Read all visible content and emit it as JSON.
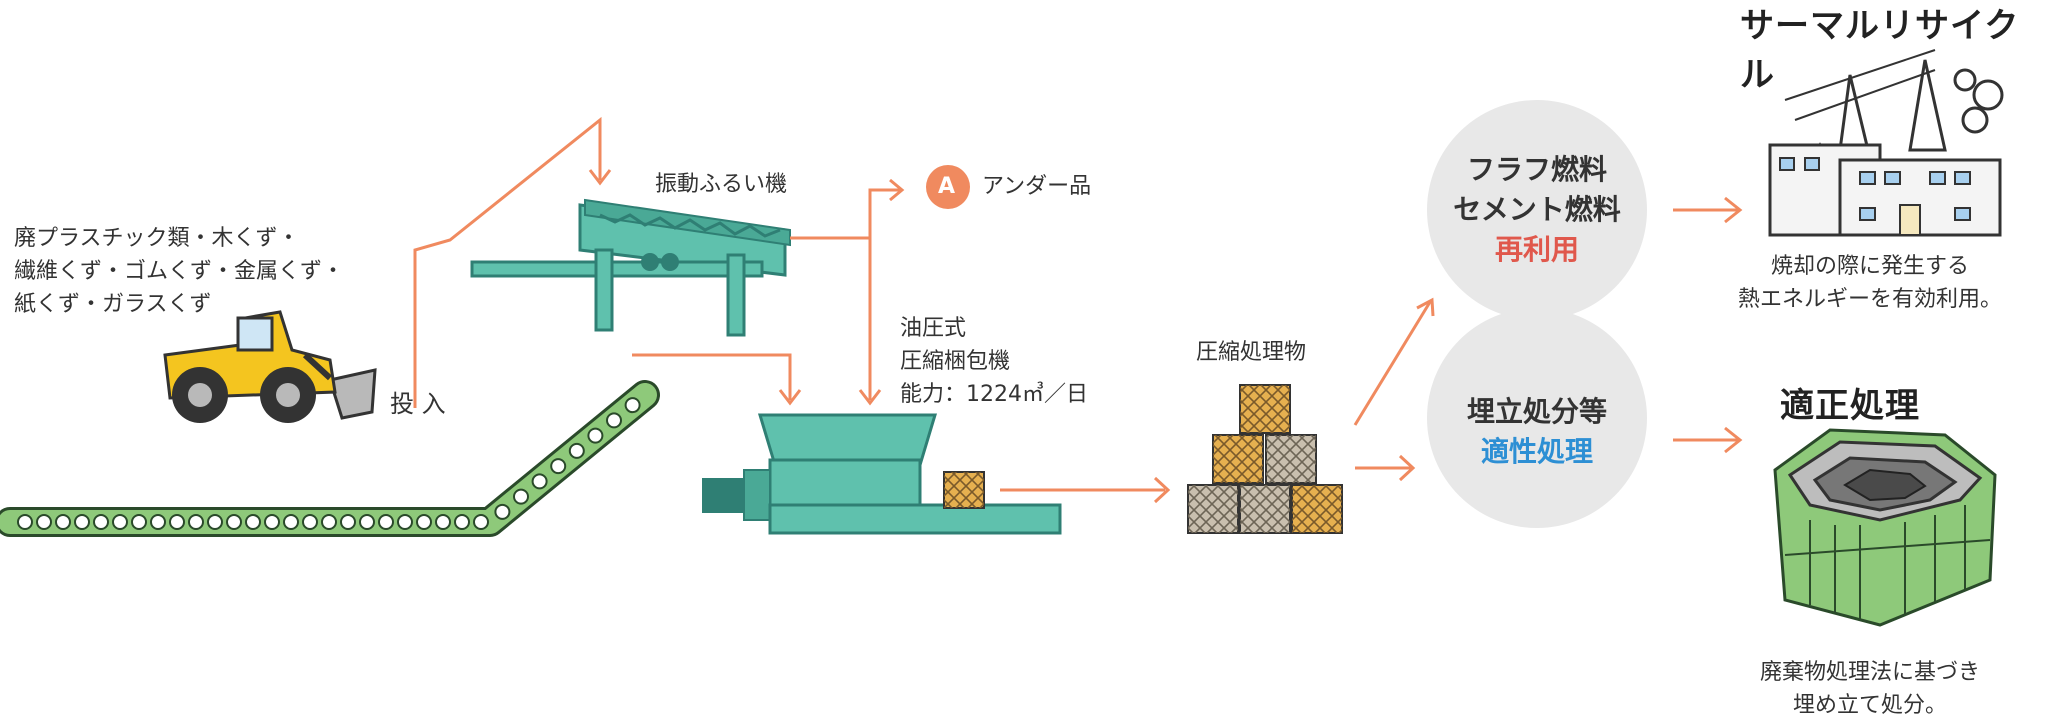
{
  "colors": {
    "arrow": "#f08a5f",
    "machine": "#5fc1ad",
    "machine_dark": "#2f7f74",
    "bale": "#e6b04f",
    "bale_gray": "#c9bfae",
    "bubble": "#e8e8e8",
    "red": "#e0584c",
    "blue": "#2d8fd4",
    "green_belt": "#8ec97a",
    "loader": "#f4c51f"
  },
  "labels": {
    "waste_inputs": "廃プラスチック類・木くず・\n繊維くず・ゴムくず・金属くず・\n紙くず・ガラスくず",
    "input": "投 入",
    "screen": "振動ふるい機",
    "under_badge": "A",
    "under": "アンダー品",
    "baler": "油圧式\n圧縮梱包機\n能力：1224㎥／日",
    "compressed": "圧縮処理物"
  },
  "fuel_bubble": {
    "line1": "フラフ燃料",
    "line2": "セメント燃料",
    "line3": "再利用"
  },
  "landfill_bubble": {
    "line1": "埋立処分等",
    "line2": "適性処理"
  },
  "thermal": {
    "heading": "サーマルリサイクル",
    "caption": "焼却の際に発生する\n熱エネルギーを有効利用。"
  },
  "disposal": {
    "heading": "適正処理",
    "caption": "廃棄物処理法に基づき\n埋め立て処分。"
  },
  "icons": [
    "wheel-loader-icon",
    "conveyor-belt-icon",
    "vibrating-screen-icon",
    "baler-icon",
    "bale-stack-icon",
    "factory-icon",
    "landfill-icon"
  ]
}
